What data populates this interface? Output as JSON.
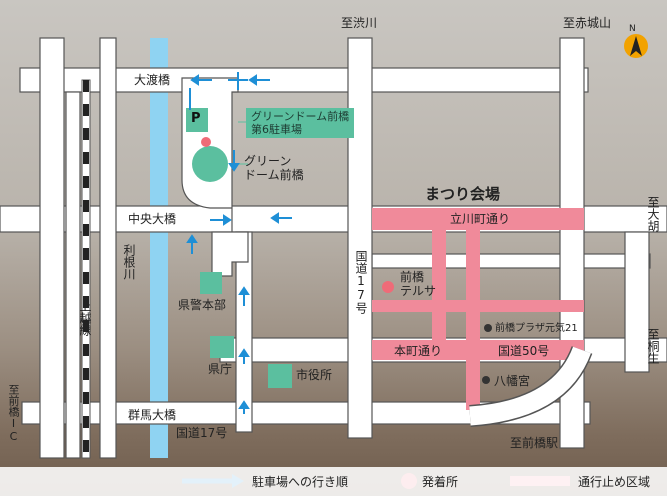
{
  "map": {
    "labels": {
      "to_shibukawa": "至渋川",
      "to_akagisan": "至赤城山",
      "north": "N",
      "odobashi": "大渡橋",
      "parking_name": "グリーンドーム前橋\n第6駐車場",
      "parking_p": "P",
      "green_dome": "グリーン\nドーム前橋",
      "matsuri_kaijo": "まつり会場",
      "tachikawacho_dori": "立川町通り",
      "to_ogo": "至大胡",
      "chuo_ohashi": "中央大橋",
      "tone_gawa": "利根川",
      "joetsu_sen": "上越線",
      "kokudo17": "国道17号",
      "maebashi_terrsa": "前橋\nテルサ",
      "kenkei_honbu": "県警本部",
      "plaza_genki21": "前橋プラザ元気21",
      "to_kiryu": "至桐生",
      "honmachi_dori": "本町通り",
      "kokudo50": "国道50号",
      "kencho": "県庁",
      "shiyakusho": "市役所",
      "hachimangu": "八幡宮",
      "to_maebashi_ic": "至前橋IC",
      "gunma_ohashi": "群馬大橋",
      "kokudo17_bottom": "国道17号",
      "to_maebashi_eki": "至前橋駅"
    },
    "legend": {
      "route": "駐車場への行き順",
      "departure": "発着所",
      "closed": "通行止め区域"
    },
    "colors": {
      "road": "#ffffff",
      "road_outline": "#555555",
      "closed_zone": "#f08a9a",
      "river": "#8fd3f2",
      "building": "#5bbf9f",
      "departure": "#ef6b78",
      "arrow": "#1e8fd6"
    }
  }
}
